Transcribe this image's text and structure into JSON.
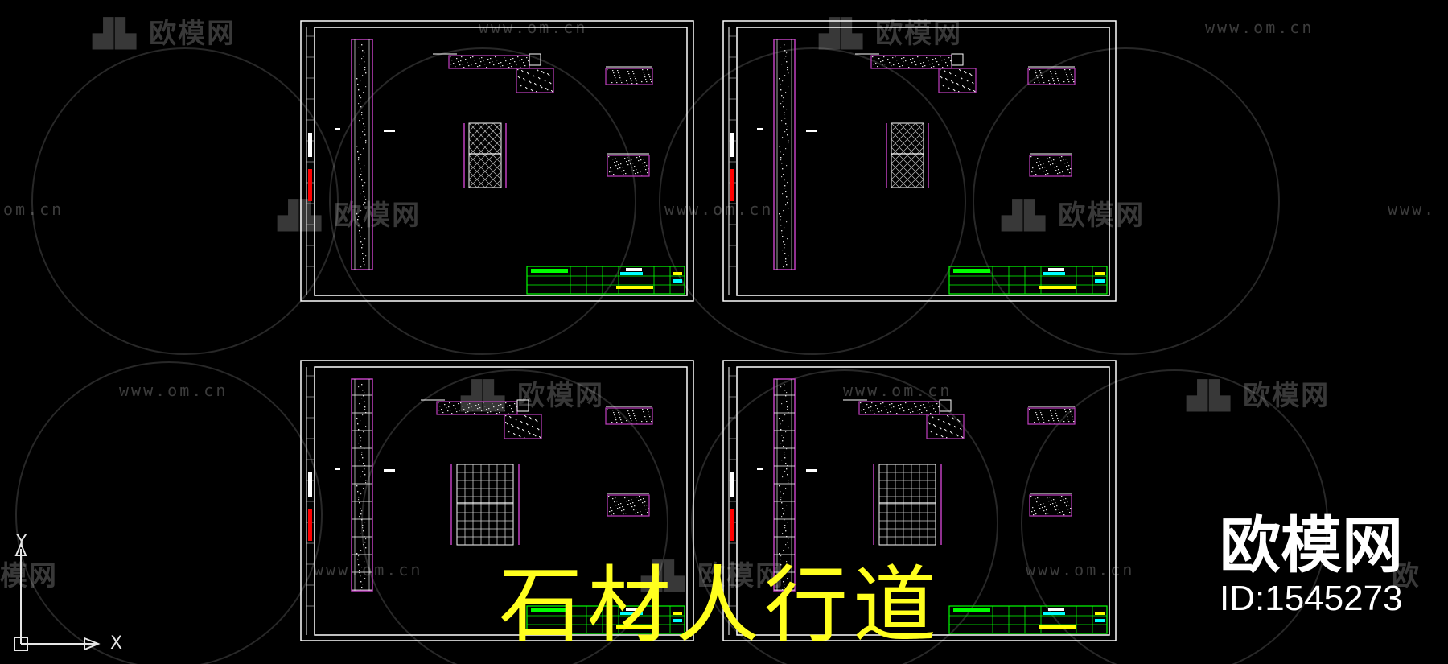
{
  "watermark": {
    "brand": "欧模网",
    "url": "www.om.cn",
    "url_fragment_left": "om.cn",
    "url_fragment_right": "www.",
    "brand_fragment_left": "模网",
    "brand_fragment_right": "欧"
  },
  "drawing_title": "石材人行道",
  "logo": {
    "name": "欧模网",
    "id_text": "ID:1545273"
  },
  "ucs": {
    "y_label": "Y",
    "x_label": "X"
  },
  "colors": {
    "background": "#000000",
    "frame": "#ffffff",
    "section_hatch": "#c040c0",
    "title_text": "#ffff1e",
    "table_green": "#00ff00",
    "table_cyan": "#00ffff",
    "table_yellow": "#ffff00",
    "table_red": "#ff0000"
  },
  "sheets": [
    {
      "variant": "diamond-grid"
    },
    {
      "variant": "diamond-grid"
    },
    {
      "variant": "square-grid"
    },
    {
      "variant": "square-grid"
    }
  ]
}
